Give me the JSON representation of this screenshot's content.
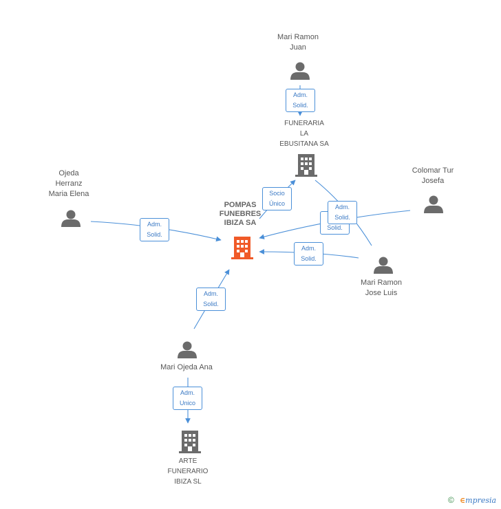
{
  "nodes": {
    "mari_ramon_juan": {
      "lines": [
        "Mari Ramon",
        "Juan"
      ]
    },
    "funeraria": {
      "lines": [
        "FUNERARIA",
        "LA",
        "EBUSITANA SA"
      ]
    },
    "colomar": {
      "lines": [
        "Colomar Tur",
        "Josefa"
      ]
    },
    "ojeda_herranz": {
      "lines": [
        "Ojeda",
        "Herranz",
        "Maria Elena"
      ]
    },
    "pompas": {
      "lines": [
        "POMPAS",
        "FUNEBRES",
        "IBIZA SA"
      ]
    },
    "mari_ramon_jose": {
      "lines": [
        "Mari Ramon",
        "Jose Luis"
      ]
    },
    "mari_ojeda_ana": {
      "lines": [
        "Mari Ojeda Ana"
      ]
    },
    "arte": {
      "lines": [
        "ARTE",
        "FUNERARIO",
        "IBIZA  SL"
      ]
    }
  },
  "edges": {
    "juan_funeraria": [
      "Adm.",
      "Solid."
    ],
    "pompas_funeraria": [
      "Socio",
      "Único"
    ],
    "colomar_funeraria": [
      "Adm.",
      "Solid."
    ],
    "colomar_pompas": [
      "Adm.",
      "Solid."
    ],
    "ojeda_pompas": [
      "Adm.",
      "Solid."
    ],
    "jose_pompas": [
      "Adm.",
      "Solid."
    ],
    "ana_pompas": [
      "Adm.",
      "Solid."
    ],
    "ana_arte": [
      "Adm.",
      "Unico"
    ]
  },
  "colors": {
    "edge": "#4a8fd8",
    "main_company": "#f05a28",
    "company": "#6b6b6b",
    "person": "#6b6b6b"
  },
  "footer": {
    "copyright": "©",
    "brand_initial": "∈",
    "brand_rest": "mpresia"
  }
}
